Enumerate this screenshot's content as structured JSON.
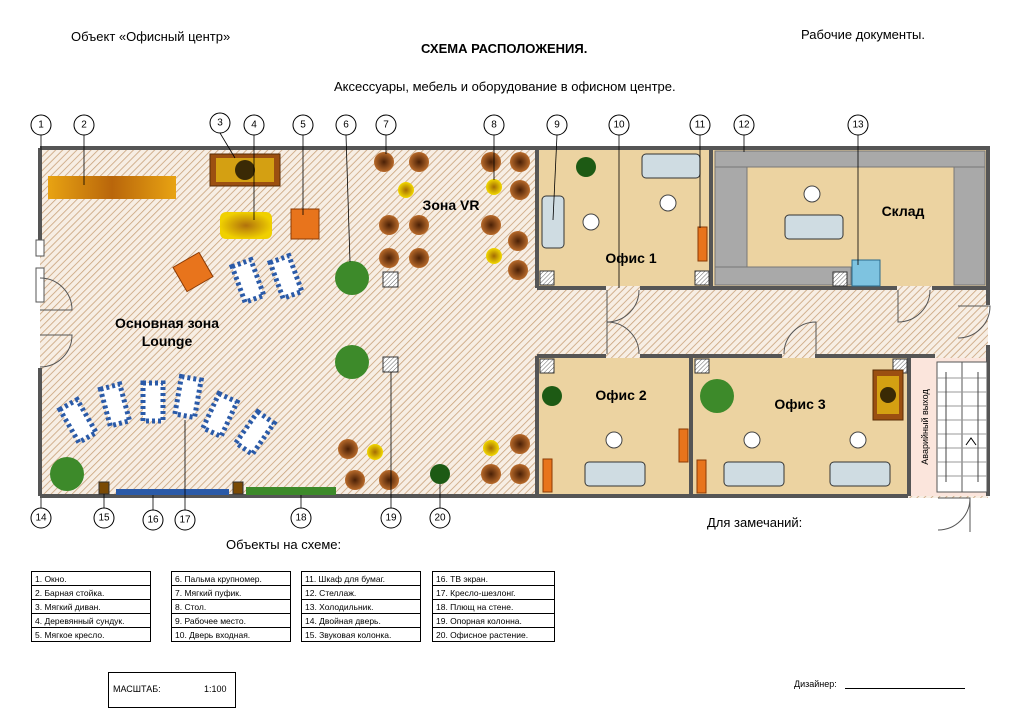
{
  "header": {
    "object_name": "Объект «Офисный центр»",
    "title": "СХЕМА РАСПОЛОЖЕНИЯ.",
    "subtitle": "Аксессуары, мебель и оборудование в офисном центре.",
    "docs": "Рабочие документы."
  },
  "rooms": {
    "lounge_line1": "Основная зона",
    "lounge_line2": "Lounge",
    "vr": "Зона VR",
    "office1": "Офис 1",
    "office2": "Офис 2",
    "office3": "Офис 3",
    "storage": "Склад",
    "emergency_exit": "Аварийный выход"
  },
  "callouts": [
    "1",
    "2",
    "3",
    "4",
    "5",
    "6",
    "7",
    "8",
    "9",
    "10",
    "11",
    "12",
    "13",
    "14",
    "15",
    "16",
    "17",
    "18",
    "19",
    "20"
  ],
  "notes_label": "Для замечаний:",
  "legend": {
    "title": "Объекты на схеме:",
    "columns": [
      [
        "1. Окно.",
        "2. Барная стойка.",
        "3. Мягкий диван.",
        "4. Деревянный сундук.",
        "5. Мягкое кресло."
      ],
      [
        "6. Пальма крупномер.",
        "7. Мягкий пуфик.",
        "8. Стол.",
        "9. Рабочее место.",
        "10. Дверь входная."
      ],
      [
        "11. Шкаф для бумаг.",
        "12. Стеллаж.",
        "13. Холодильник.",
        "14. Двойная дверь.",
        "15. Звуковая колонка."
      ],
      [
        "16. ТВ экран.",
        "17. Кресло-шезлонг.",
        "18. Плющ на стене.",
        "19. Опорная колонна.",
        "20. Офисное растение."
      ]
    ]
  },
  "scale": {
    "label": "МАСШТАБ:",
    "value": "1:100"
  },
  "designer_label": "Дизайнер:",
  "colors": {
    "floor_hatch": "#c9a27a",
    "office_floor": "#ecd3a1",
    "wall": "#555555",
    "plant": "#3d8a2a",
    "pouf": "#8a4a16",
    "chaise": "#2a5aa8"
  }
}
